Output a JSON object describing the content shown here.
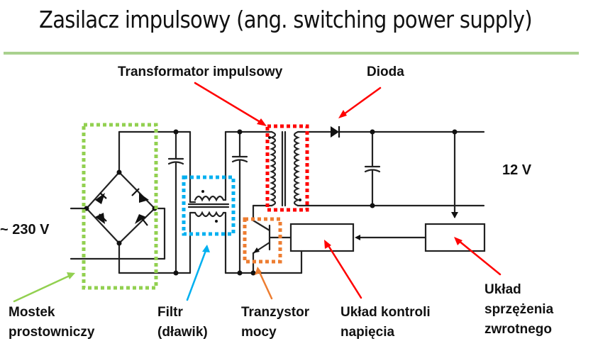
{
  "slide": {
    "title": "Zasilacz impulsowy (ang. switching power supply)",
    "accent_rule_color": "#a9d18e"
  },
  "voltages": {
    "input": "~ 230 V",
    "output": "12 V"
  },
  "labels": {
    "transformer": "Transformator impulsowy",
    "diode": "Dioda",
    "bridge": [
      "Mostek",
      "prostowniczy"
    ],
    "filter": [
      "Filtr",
      "(dławik)"
    ],
    "transistor": [
      "Tranzystor",
      "mocy"
    ],
    "control": [
      "Układ kontroli",
      "napięcia"
    ],
    "feedback": [
      "Układ",
      "sprzężenia",
      "zwrotnego"
    ]
  },
  "highlight_colors": {
    "bridge": "#92d050",
    "filter": "#00b0f0",
    "transformer": "#ff0000",
    "transistor": "#ed7d31",
    "control": "#ff0000",
    "feedback": "#ff0000",
    "diode": "#ff0000"
  }
}
